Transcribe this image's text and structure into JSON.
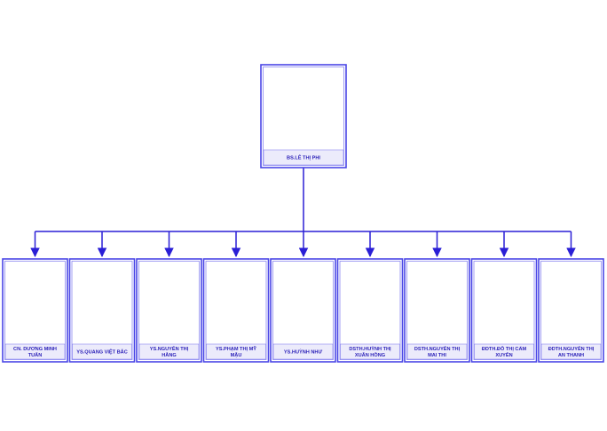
{
  "colors": {
    "line": "#2a1fd6",
    "box_border": "#4a46e6",
    "box_inner_border": "#8a86f0",
    "label_bg": "#ecebfb",
    "label_text": "#2a1fb8"
  },
  "root": {
    "label_lines": [
      "BS.LÊ THỊ PHI"
    ]
  },
  "children": [
    {
      "label_lines": [
        "CN. DƯƠNG MINH",
        "TUẤN"
      ]
    },
    {
      "label_lines": [
        "YS.QUANG VIỆT BẮC"
      ]
    },
    {
      "label_lines": [
        "YS.NGUYỄN THỊ",
        "HẰNG"
      ]
    },
    {
      "label_lines": [
        "YS.PHẠM THỊ MỸ",
        "MẬU"
      ]
    },
    {
      "label_lines": [
        "YS.HUỲNH NHƯ"
      ]
    },
    {
      "label_lines": [
        "DSTH.HUỲNH THỊ",
        "XUÂN HỒNG"
      ]
    },
    {
      "label_lines": [
        "DSTH.NGUYỄN THỊ",
        "MAI THI"
      ]
    },
    {
      "label_lines": [
        "ĐDTH.ĐỖ THỊ CẨM",
        "XUYÊN"
      ]
    },
    {
      "label_lines": [
        "ĐDTH.NGUYỄN THỊ",
        "AN THANH"
      ]
    }
  ]
}
